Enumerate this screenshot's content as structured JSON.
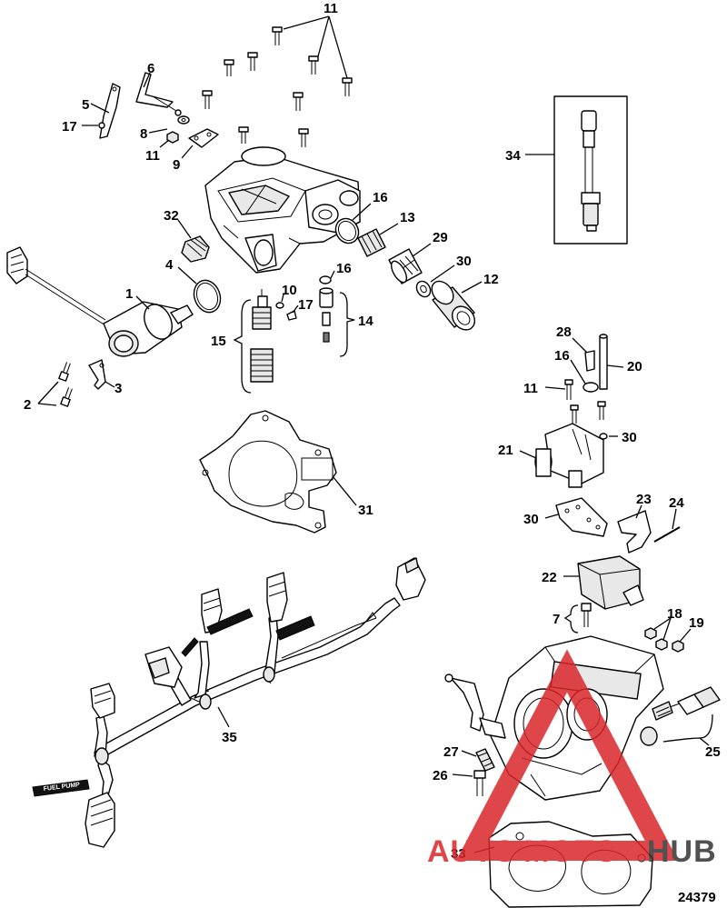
{
  "figure_number": "24379",
  "callouts": {
    "c1": "1",
    "c2": "2",
    "c3": "3",
    "c4": "4",
    "c5": "5",
    "c6": "6",
    "c7": "7",
    "c8": "8",
    "c9": "9",
    "c10": "10",
    "c11a": "11",
    "c11b": "11",
    "c11c": "11",
    "c12": "12",
    "c13": "13",
    "c14": "14",
    "c15": "15",
    "c16a": "16",
    "c16b": "16",
    "c16c": "16",
    "c17a": "17",
    "c17b": "17",
    "c18": "18",
    "c19": "19",
    "c20": "20",
    "c21": "21",
    "c22": "22",
    "c23": "23",
    "c24": "24",
    "c25": "25",
    "c26": "26",
    "c27": "27",
    "c28": "28",
    "c29": "29",
    "c30a": "30",
    "c30b": "30",
    "c30c": "30",
    "c31": "31",
    "c32": "32",
    "c33": "33",
    "c34": "34",
    "c35": "35"
  },
  "harness_tag": "FUEL PUMP",
  "watermark": {
    "text_left": "AUTO",
    "text_mid": "MOTO",
    "text_right": "HUB",
    "color_red": "#d9262a",
    "color_dark": "#333333"
  }
}
